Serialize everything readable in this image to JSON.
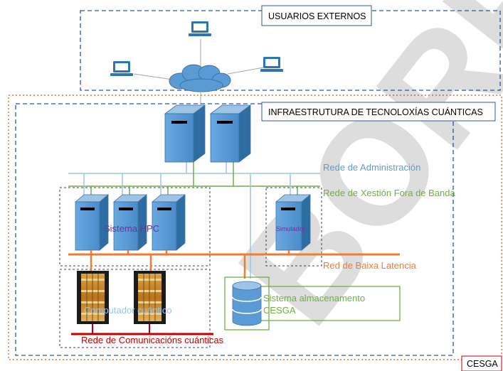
{
  "labels": {
    "external_users": "USUARIOS EXTERNOS",
    "infrastructure": "INFRAESTRUTURA DE TECNOLOXÍAS CUÁNTICAS",
    "admin_network": "Rede de Administración",
    "oob_network": "Rede de Xestión Fora de Banda",
    "low_latency_network": "Red de Baixa Latencia",
    "hpc_system": "Sistema HPC",
    "simulator": "Simulador",
    "storage_line1": "Sistema almacenamento",
    "storage_line2": "CESGA",
    "quantum_computer": "Computador cuántico",
    "quantum_comm_network": "Rede de Comunicacións cuánticas",
    "cesga": "CESGA",
    "watermark": "BORRADOR"
  },
  "colors": {
    "server_fill": "#5b9bd5",
    "server_dark": "#2e6da4",
    "admin_line": "#9dc3e6",
    "oob_line": "#70ad47",
    "low_latency_line": "#ed7d31",
    "quantum_line": "#c00000",
    "hpc_text": "#7030a0",
    "storage_green": "#70ad47",
    "dash_border": "#2f5597",
    "cesga_border": "#c55a11"
  }
}
